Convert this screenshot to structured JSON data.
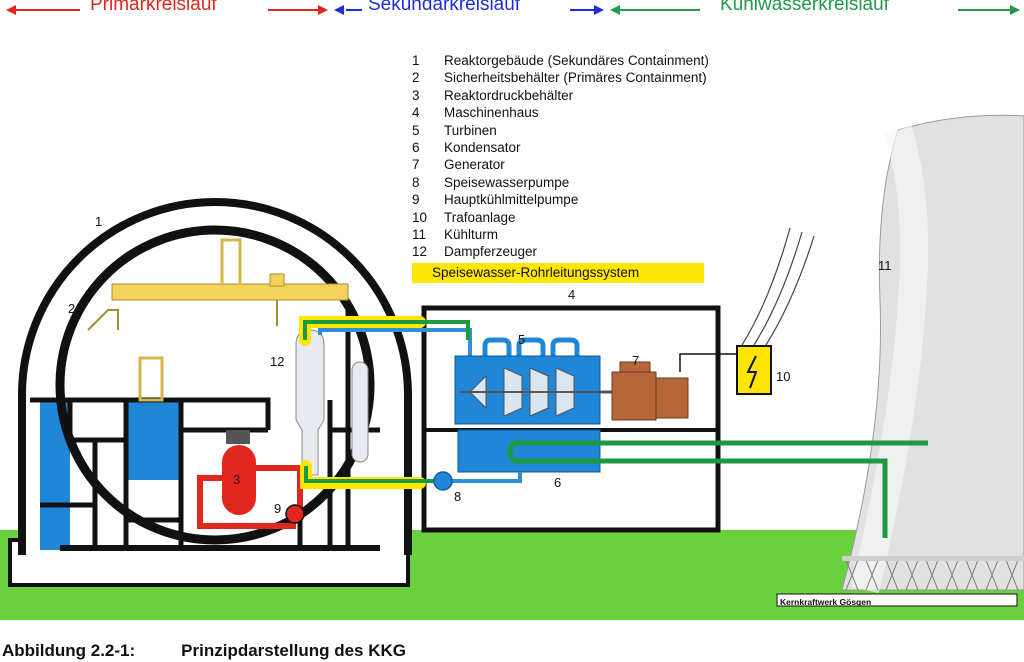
{
  "header": {
    "primary": "Primärkreislauf",
    "secondary": "Sekundarkreislauf",
    "cooling": "Kühlwasserkreislauf",
    "colors": {
      "primary": "#e0271e",
      "secondary": "#1e2fd8",
      "cooling": "#229a4a"
    }
  },
  "legend": [
    {
      "num": "1",
      "label": "Reaktorgebäude (Sekundäres Containment)"
    },
    {
      "num": "2",
      "label": "Sicherheitsbehälter (Primäres Containment)"
    },
    {
      "num": "3",
      "label": "Reaktordruckbehälter"
    },
    {
      "num": "4",
      "label": "Maschinenhaus"
    },
    {
      "num": "5",
      "label": "Turbinen"
    },
    {
      "num": "6",
      "label": "Kondensator"
    },
    {
      "num": "7",
      "label": "Generator"
    },
    {
      "num": "8",
      "label": "Speisewasserpumpe"
    },
    {
      "num": "9",
      "label": "Hauptkühlmittelpumpe"
    },
    {
      "num": "10",
      "label": "Trafoanlage"
    },
    {
      "num": "11",
      "label": "Kühlturm"
    },
    {
      "num": "12",
      "label": "Dampferzeuger"
    }
  ],
  "highlight_label": "Speisewasser-Rohrleitungssystem",
  "diagram_labels": {
    "n1": "1",
    "n2": "2",
    "n3": "3",
    "n4": "4",
    "n5": "5",
    "n6": "6",
    "n7": "7",
    "n8": "8",
    "n9": "9",
    "n10": "10",
    "n11": "11",
    "n12": "12"
  },
  "plant_name": "Kernkraftwerk Gösgen",
  "caption": {
    "number": "Abbildung 2.2-1:",
    "title": "Prinzipdarstellung des KKG"
  },
  "colors": {
    "ground": "#6ad13e",
    "water": "#1f86d8",
    "reactor": "#e0271e",
    "generator": "#b5673a",
    "crane": "#f5d25a",
    "steam_pipe": "#2f8fd8",
    "feedwater": "#1d9a3f",
    "highlight": "#ffe600",
    "tower": "#e0e0e0"
  }
}
